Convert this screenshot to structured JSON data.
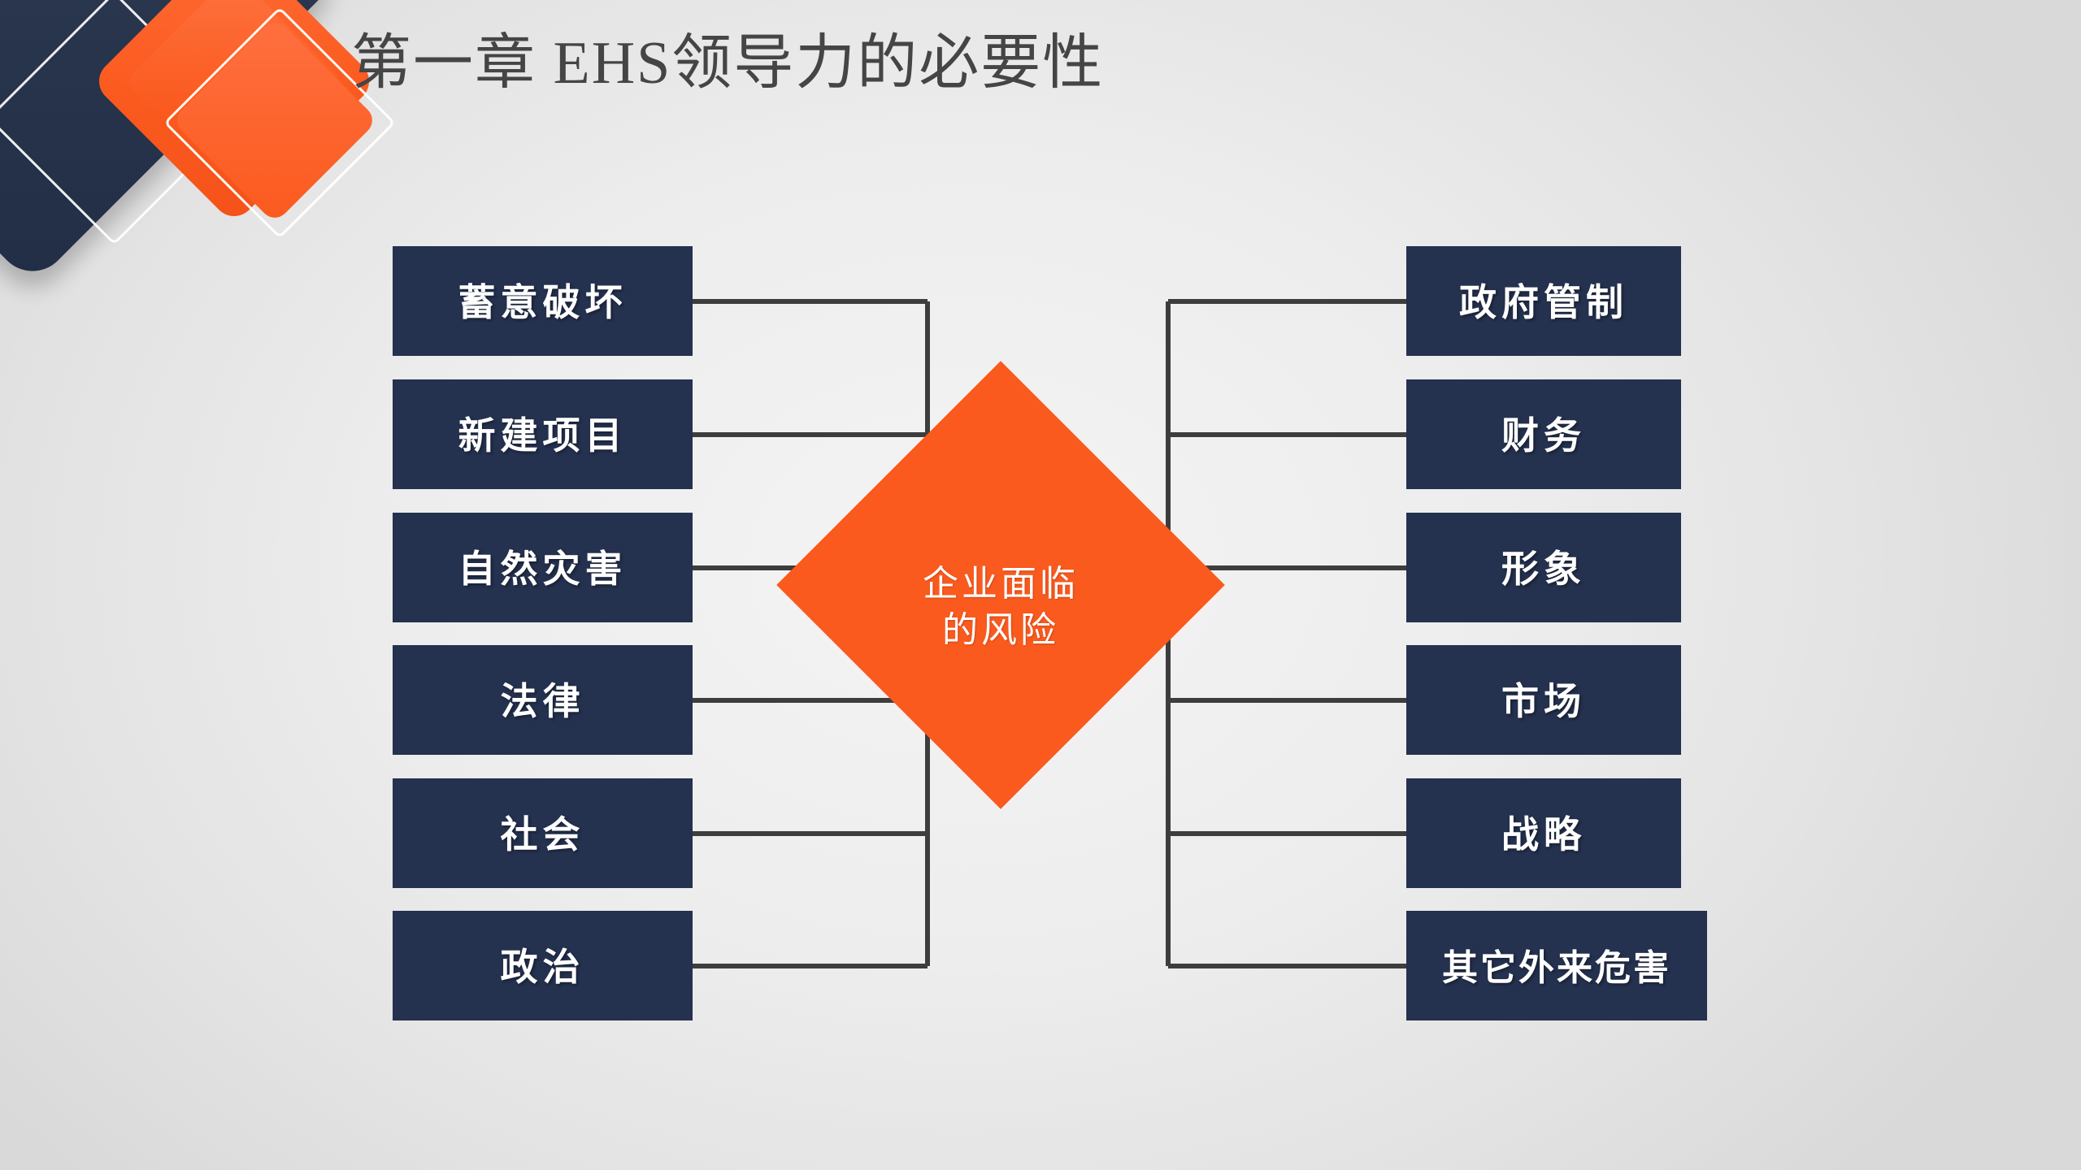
{
  "slide": {
    "title": "第一章  EHS领导力的必要性",
    "background_color": "#ededed",
    "accent_orange": "#fa5a1e",
    "node_navy": "#24314f",
    "connector_color": "#3d3d3d"
  },
  "center": {
    "label_line1": "企业面临",
    "label_line2": "的风险",
    "shape": "diamond",
    "fill": "#fa5a1e"
  },
  "left_nodes": [
    {
      "label": "蓄意破坏"
    },
    {
      "label": "新建项目"
    },
    {
      "label": "自然灾害"
    },
    {
      "label": "法律"
    },
    {
      "label": "社会"
    },
    {
      "label": "政治"
    }
  ],
  "right_nodes": [
    {
      "label": "政府管制"
    },
    {
      "label": "财务"
    },
    {
      "label": "形象"
    },
    {
      "label": "市场"
    },
    {
      "label": "战略"
    },
    {
      "label": "其它外来危害"
    }
  ],
  "decorations": [
    {
      "name": "navy-rounded-diamond",
      "fill": "#2b3850"
    },
    {
      "name": "orange-small-diamond",
      "fill": "#fa5a1e"
    },
    {
      "name": "orange-big-diamond",
      "fill": "#fb5a1e"
    },
    {
      "name": "orange-mid-diamond",
      "fill": "#fb5a1e"
    },
    {
      "name": "white-outline-diamond-1",
      "stroke": "#ffffff"
    },
    {
      "name": "white-outline-diamond-2",
      "stroke": "#ffffff"
    }
  ]
}
